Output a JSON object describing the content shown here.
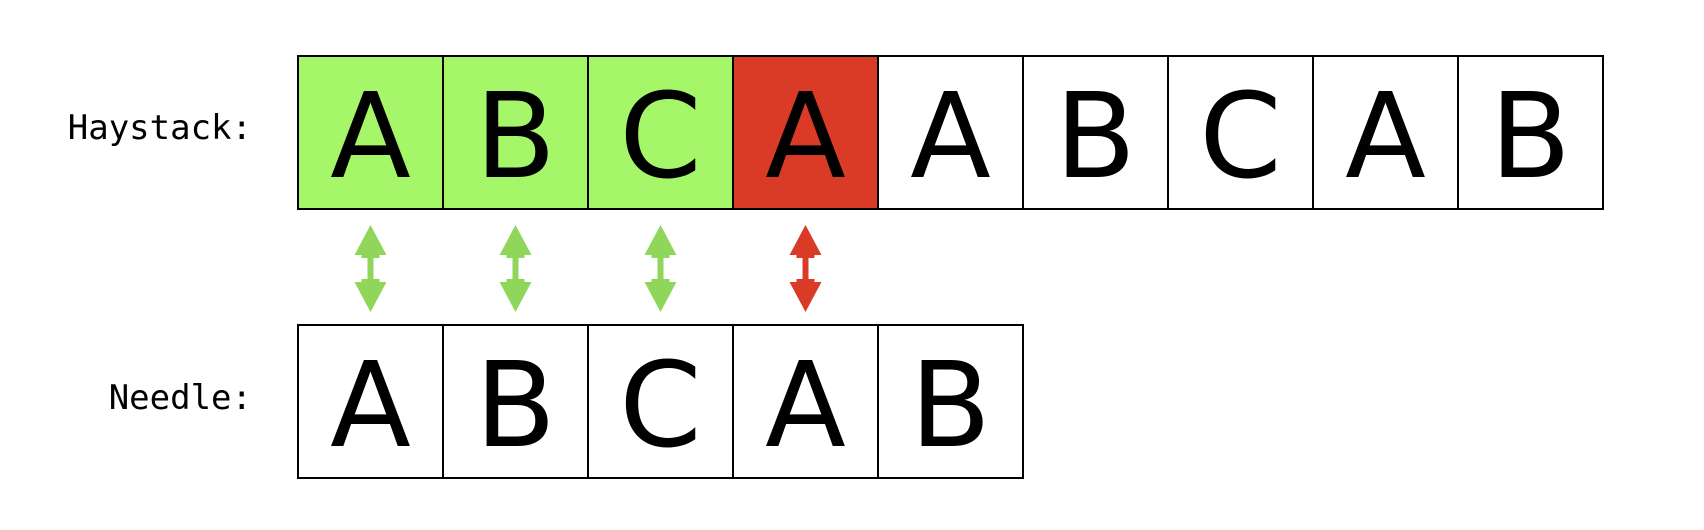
{
  "labels": {
    "haystack": "Haystack:",
    "needle": "Needle:"
  },
  "haystack": [
    {
      "char": "A",
      "state": "match"
    },
    {
      "char": "B",
      "state": "match"
    },
    {
      "char": "C",
      "state": "match"
    },
    {
      "char": "A",
      "state": "mismatch"
    },
    {
      "char": "A",
      "state": "none"
    },
    {
      "char": "B",
      "state": "none"
    },
    {
      "char": "C",
      "state": "none"
    },
    {
      "char": "A",
      "state": "none"
    },
    {
      "char": "B",
      "state": "none"
    }
  ],
  "needle": [
    {
      "char": "A"
    },
    {
      "char": "B"
    },
    {
      "char": "C"
    },
    {
      "char": "A"
    },
    {
      "char": "B"
    }
  ],
  "comparisons": [
    "match",
    "match",
    "match",
    "mismatch"
  ],
  "colors": {
    "match_fill": "#a6f66a",
    "mismatch_fill": "#d93b27",
    "match_arrow": "#8fd65a",
    "mismatch_arrow": "#d93b27"
  }
}
